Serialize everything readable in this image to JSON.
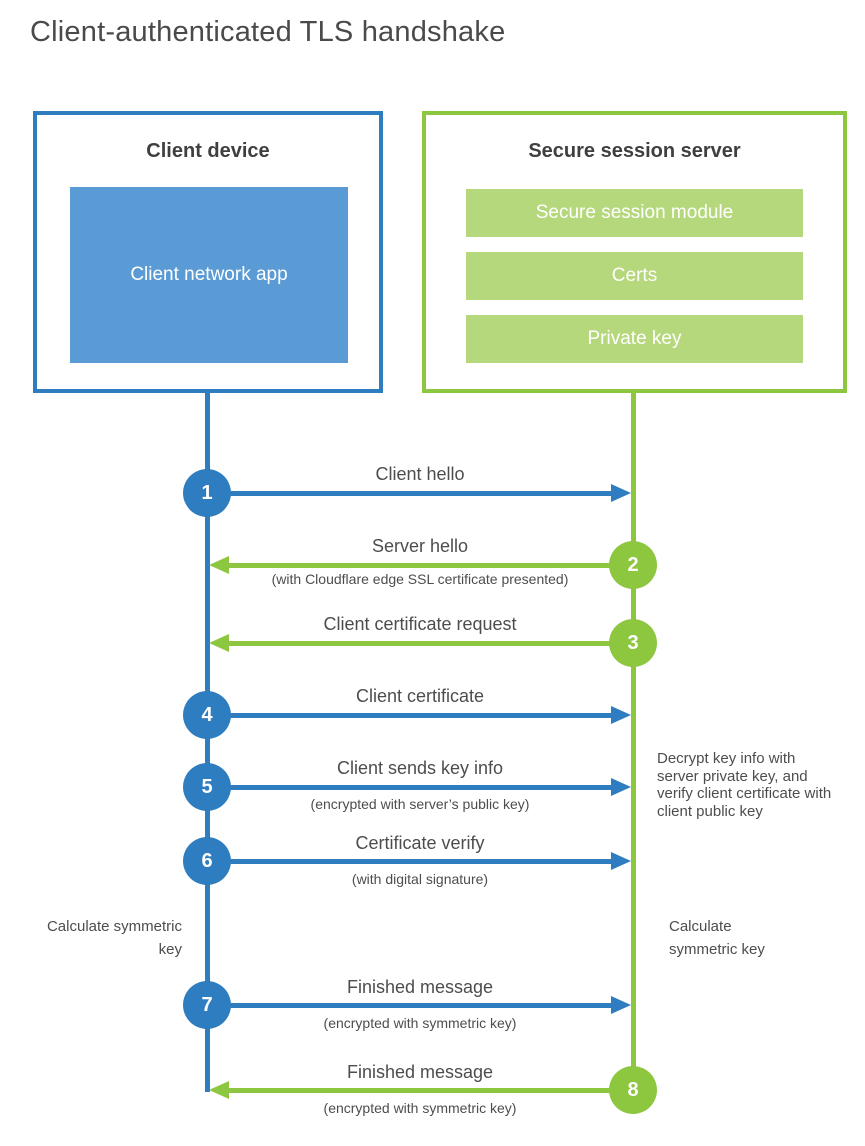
{
  "page": {
    "title": "Client-authenticated TLS handshake"
  },
  "colors": {
    "blue_accent": "#2f7dc1",
    "blue_fill": "#5b9bd5",
    "green_accent": "#8dc63f",
    "green_fill": "#b5d87c",
    "text": "#4d4d4d"
  },
  "client_box": {
    "title": "Client device",
    "inner_label": "Client network app"
  },
  "server_box": {
    "title": "Secure session server",
    "modules": [
      {
        "label": "Secure session module"
      },
      {
        "label": "Certs"
      },
      {
        "label": "Private key"
      }
    ]
  },
  "steps": [
    {
      "num": "1",
      "direction": "client-to-server",
      "label": "Client hello",
      "sub": ""
    },
    {
      "num": "2",
      "direction": "server-to-client",
      "label": "Server hello",
      "sub": "(with Cloudflare edge SSL certificate presented)"
    },
    {
      "num": "3",
      "direction": "server-to-client",
      "label": "Client certificate request",
      "sub": ""
    },
    {
      "num": "4",
      "direction": "client-to-server",
      "label": "Client certificate",
      "sub": ""
    },
    {
      "num": "5",
      "direction": "client-to-server",
      "label": "Client sends key info",
      "sub": "(encrypted with server’s public key)"
    },
    {
      "num": "6",
      "direction": "client-to-server",
      "label": "Certificate verify",
      "sub": "(with digital signature)"
    },
    {
      "num": "7",
      "direction": "client-to-server",
      "label": "Finished message",
      "sub": "(encrypted with symmetric key)"
    },
    {
      "num": "8",
      "direction": "server-to-client",
      "label": "Finished message",
      "sub": "(encrypted with symmetric key)"
    }
  ],
  "notes": {
    "decrypt": "Decrypt key info with server private key, and verify client certificate with client public key",
    "calculate_left": "Calculate symmetric key",
    "calculate_right": "Calculate symmetric key"
  }
}
